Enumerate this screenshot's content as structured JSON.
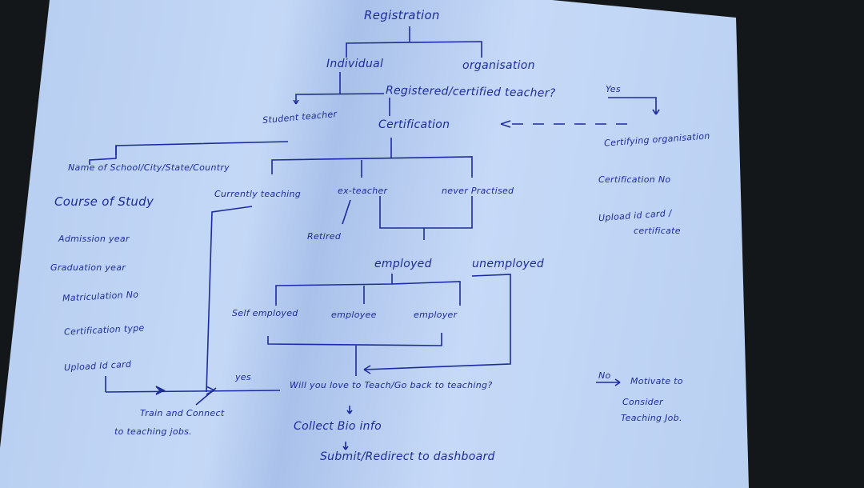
{
  "diagram": {
    "root": "Registration",
    "individual": "Individual",
    "organisation": "organisation",
    "question_registered": "Registered/certified teacher?",
    "yes_label_top": "Yes",
    "student_teacher": "Student teacher",
    "certification": "Certification",
    "certifying_branch": [
      "Certifying organisation",
      "Certification No",
      "Upload id card /",
      "certificate"
    ],
    "student_steps": [
      "Name of School/City/State/Country",
      "Course of Study",
      "Admission year",
      "Graduation year",
      "Matriculation No",
      "Certification type",
      "Upload Id card"
    ],
    "currently_teaching": "Currently teaching",
    "ex_teacher": "ex-teacher",
    "never_practised": "never Practised",
    "retired": "Retired",
    "employed": "employed",
    "unemployed": "unemployed",
    "self_employed": "Self employed",
    "employee": "employee",
    "employer": "employer",
    "yes_label_bottom": "yes",
    "train_connect": [
      "Train and Connect",
      "to teaching jobs."
    ],
    "question_teach": "Will you love to Teach/Go back to teaching?",
    "no_label": "No",
    "motivate": [
      "Motivate to",
      "Consider",
      "Teaching Job."
    ],
    "collect_bio": "Collect Bio info",
    "submit": "Submit/Redirect to dashboard"
  },
  "colors": {
    "ink": "#1d2c9c",
    "paper": "#bcd2f3",
    "background": "#14171a"
  }
}
